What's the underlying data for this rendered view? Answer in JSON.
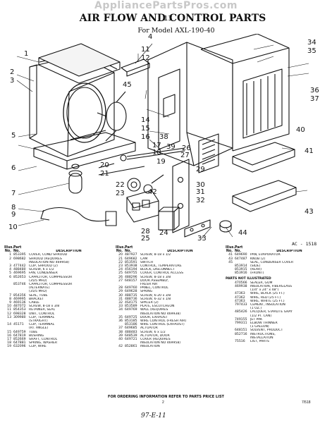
{
  "watermark": "AppliancePartsPros.com",
  "title": "AIR FLOW AND CONTROL PARTS",
  "model_label": "For Model AXL-190-40",
  "figure_code": "AC - 1518",
  "callouts": [
    "1",
    "2",
    "3",
    "4",
    "5",
    "6",
    "7",
    "8",
    "9",
    "10",
    "11",
    "12",
    "13",
    "14",
    "15",
    "16",
    "17",
    "18",
    "19",
    "20",
    "21",
    "22",
    "23",
    "24",
    "25",
    "26",
    "27",
    "28",
    "29",
    "30",
    "31",
    "32",
    "33",
    "34",
    "35",
    "36",
    "37",
    "38",
    "39",
    "40",
    "41",
    "42",
    "43",
    "44",
    "45"
  ],
  "headers": {
    "illus": "Illus.",
    "no": "No.",
    "part": "Part",
    "part_no": "No.",
    "description": "DESCRIPTION"
  },
  "columns": [
    [
      {
        "no": "1",
        "part": "853395",
        "desc": "COVER, COND SHROUD"
      },
      {
        "no": "2",
        "part": "698682",
        "desc": "SHROUD (REQUIRES"
      },
      {
        "no": "",
        "part": "",
        "desc": "INSULATION NO 469958)"
      },
      {
        "no": "3",
        "part": "477442",
        "desc": "CLIP, SHROUD (2)"
      },
      {
        "no": "4",
        "part": "488480",
        "desc": "SCREW, 6 x 1/2"
      },
      {
        "no": "5",
        "part": "469695",
        "desc": "FAN, CONDENSER"
      },
      {
        "no": "6",
        "part": "852653",
        "desc": "CAPACITOR, COMPRESSOR"
      },
      {
        "no": "",
        "part": "",
        "desc": "(35/5 MFD)"
      },
      {
        "no": "",
        "part": "853746",
        "desc": "CAPACITOR, COMPRESSOR"
      },
      {
        "no": "",
        "part": "",
        "desc": "(ALTERNATE)"
      },
      {
        "no": "",
        "part": "",
        "desc": "(35/5 MFD)"
      },
      {
        "no": "7",
        "part": "854356",
        "desc": "SEAL, TUBE"
      },
      {
        "no": "8",
        "part": "469995",
        "desc": "BRACKET"
      },
      {
        "no": "9",
        "part": "469136",
        "desc": "CABLE"
      },
      {
        "no": "10",
        "part": "487072",
        "desc": "SCREW, 8-18 x 3/8"
      },
      {
        "no": "11",
        "part": "854353",
        "desc": "RETAINER, SEAL"
      },
      {
        "no": "12",
        "part": "698328",
        "desc": "UNIT, CONTROL"
      },
      {
        "no": "13",
        "part": "309980",
        "desc": "CLIP, TERMINAL"
      },
      {
        "no": "",
        "part": "",
        "desc": "(STRAIGHT)"
      },
      {
        "no": "14",
        "part": "45171",
        "desc": "CLIP, TERMINAL"
      },
      {
        "no": "",
        "part": "",
        "desc": "(RT. ANGLE)"
      },
      {
        "no": "15",
        "part": "649759",
        "desc": "TUBE"
      },
      {
        "no": "16",
        "part": "647819",
        "desc": "BUSHING"
      },
      {
        "no": "17",
        "part": "852669",
        "desc": "SHAFT, CONTROL"
      },
      {
        "no": "18",
        "part": "647881",
        "desc": "SPRING, WASHER"
      },
      {
        "no": "19",
        "part": "632096",
        "desc": "CLIP, WIRE"
      }
    ],
    [
      {
        "no": "20",
        "part": "487927",
        "desc": "SCREW, 8-18 x 1/2"
      },
      {
        "no": "21",
        "part": "649682",
        "desc": "CAM"
      },
      {
        "no": "22",
        "part": "853591",
        "desc": "SWITCH"
      },
      {
        "no": "23",
        "part": "853938",
        "desc": "CONTROL, TEMPERATURE"
      },
      {
        "no": "24",
        "part": "456194",
        "desc": "BLOCK, DISCONNECT"
      },
      {
        "no": "25",
        "part": "649755",
        "desc": "COVER, CONTROL ACCESS"
      },
      {
        "no": "26",
        "part": "488296",
        "desc": "SCREW, 8-18 x 3/8"
      },
      {
        "no": "27",
        "part": "648157",
        "desc": "DOOR ASSEMBLY,"
      },
      {
        "no": "",
        "part": "",
        "desc": "FRESH AIR"
      },
      {
        "no": "28",
        "part": "649760",
        "desc": "PANEL, CONTROL"
      },
      {
        "no": "29",
        "part": "649628",
        "desc": "SPRING"
      },
      {
        "no": "30",
        "part": "488735",
        "desc": "SCREW, 6-20 x 3/8"
      },
      {
        "no": "31",
        "part": "488736",
        "desc": "SCREW, 6-32 x 1/8"
      },
      {
        "no": "32",
        "part": "4S4175",
        "desc": "SPACER (2)"
      },
      {
        "no": "33",
        "part": "853589",
        "desc": "PLATE, ESCUTCHEON"
      },
      {
        "no": "34",
        "part": "649769",
        "desc": "WALL (REQUIRES"
      },
      {
        "no": "",
        "part": "",
        "desc": "INSULATION NO 469938)"
      },
      {
        "no": "35",
        "part": "649725",
        "desc": "DOOR, EXHAUST"
      },
      {
        "no": "36",
        "part": "853185",
        "desc": "WIRE CONTROL (FRESH AIR)"
      },
      {
        "no": "",
        "part": "853186",
        "desc": "WIRE CONTROL (EXHAUST)"
      },
      {
        "no": "37",
        "part": "649685",
        "desc": "ACTUATOR"
      },
      {
        "no": "38",
        "part": "488483",
        "desc": "SCREW, 6 x 1/2"
      },
      {
        "no": "39",
        "part": "648539",
        "desc": "ACTUATOR, DOOR"
      },
      {
        "no": "40",
        "part": "649721",
        "desc": "COVER (REQUIRES"
      },
      {
        "no": "",
        "part": "",
        "desc": "INSULATION NO 469958)"
      },
      {
        "no": "42",
        "part": "852861",
        "desc": "INSULATION"
      }
    ],
    [
      {
        "no": "41",
        "part": "649690",
        "desc": "PAN, EVAPORATOR"
      },
      {
        "no": "43",
        "part": "647487",
        "desc": "KNOB (2)"
      },
      {
        "no": "45",
        "part": "",
        "desc": "SEAL, CONDENSER COVER"
      },
      {
        "no": "",
        "part": "853914",
        "desc": "(SIDE)"
      },
      {
        "no": "",
        "part": "853915",
        "desc": "(REAR)"
      },
      {
        "no": "",
        "part": "853916",
        "desc": "(FRONT)"
      },
      {
        "no": "__sub",
        "part": "",
        "desc": "PARTS NOT ILLUSTRATED"
      },
      {
        "no": "",
        "part": "470566",
        "desc": "SEALER, GUM"
      },
      {
        "no": "",
        "part": "469938",
        "desc": "INSULATION, FIBERGLASS"
      },
      {
        "no": "",
        "part": "",
        "desc": "(1/4\" x 24\" x 48\")"
      },
      {
        "no": "",
        "part": "47363",
        "desc": "WIRE, BLACK (25 FT.)"
      },
      {
        "no": "",
        "part": "47362",
        "desc": "WIRE, RED (25 FT.)"
      },
      {
        "no": "",
        "part": "47363",
        "desc": "WIRE, WHITE (25 FT.)"
      },
      {
        "no": "",
        "part": "797433",
        "desc": "CEMENT, INSULATION"
      },
      {
        "no": "",
        "part": "",
        "desc": "(1 OZ.)"
      },
      {
        "no": "",
        "part": "485426",
        "desc": "LACQUER, STARLITE GRAY"
      },
      {
        "no": "",
        "part": "",
        "desc": "(1/2 PT. CAN)"
      },
      {
        "no": "",
        "part": "749155",
        "desc": "JET PAK"
      },
      {
        "no": "",
        "part": "799311",
        "desc": "ELBOW THINNER"
      },
      {
        "no": "",
        "part": "",
        "desc": "(1 GALLON)"
      },
      {
        "no": "",
        "part": "648151",
        "desc": "SOLVENT, PRODUCT"
      },
      {
        "no": "",
        "part": "852716",
        "desc": "INSTRUCTIONS,"
      },
      {
        "no": "",
        "part": "",
        "desc": "INSTALLATION"
      },
      {
        "no": "",
        "part": "75516",
        "desc": "LIST, PARTS"
      }
    ]
  ],
  "order_note": "FOR ORDERING INFORMATION REFER TO PARTS PRICE LIST",
  "page_number": "2",
  "page_code": "7/518",
  "handwritten": "97-E-11"
}
